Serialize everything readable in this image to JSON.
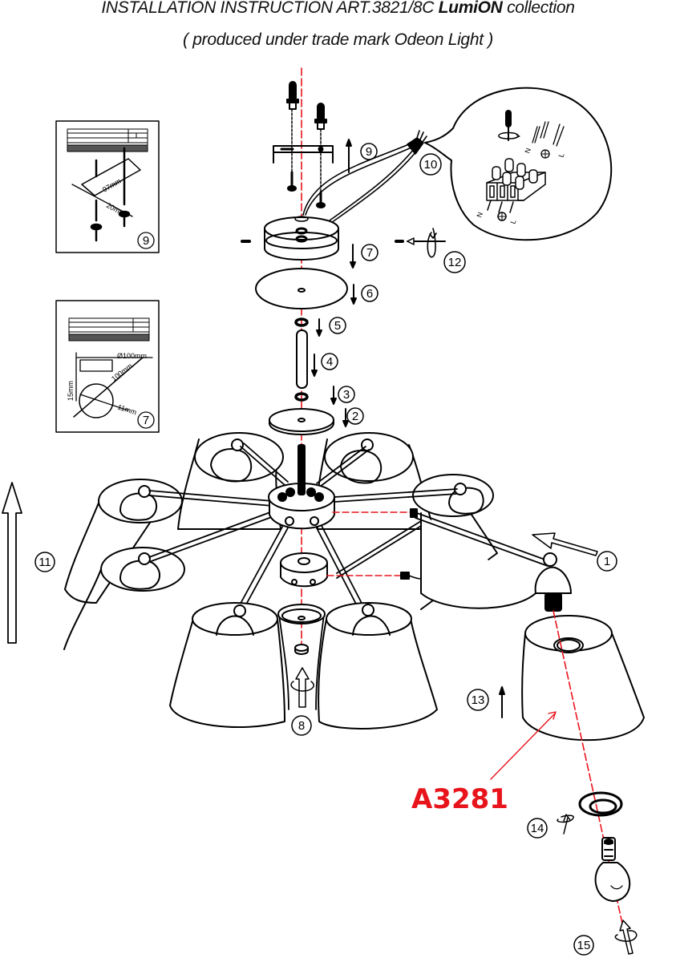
{
  "header": {
    "title_prefix": "INSTALLATION INSTRUCTION ART.3821/8C ",
    "title_brand": "LumiON",
    "title_suffix": " collection",
    "subtitle": "( produced under trade mark Odeon Light )"
  },
  "article_label": "A3281",
  "colors": {
    "axis_line": "#e8141c",
    "article_label": "#e8141c",
    "line_art": "#000000"
  },
  "inset_ceiling_bar": {
    "step": "9",
    "dim_length": "97mm",
    "dim_spacing": "20mm"
  },
  "inset_ceiling_plate": {
    "step": "7",
    "dim_diameter": "Ø100mm",
    "dim_length": "100mm",
    "dim_offset": "15mm",
    "dim_hole": "11mm"
  },
  "wiring_detail": {
    "terminals": [
      "N",
      "⏚",
      "L"
    ],
    "wires": [
      "N",
      "⏚",
      "L"
    ]
  },
  "steps": [
    {
      "id": "1",
      "action": "insert-arm"
    },
    {
      "id": "2",
      "action": "place-plate"
    },
    {
      "id": "3",
      "action": "washer"
    },
    {
      "id": "4",
      "action": "tube"
    },
    {
      "id": "5",
      "action": "washer"
    },
    {
      "id": "6",
      "action": "canopy-disc"
    },
    {
      "id": "7",
      "action": "canopy"
    },
    {
      "id": "8",
      "action": "screw-finial"
    },
    {
      "id": "9",
      "action": "mount-bracket"
    },
    {
      "id": "10",
      "action": "connect-wires"
    },
    {
      "id": "11",
      "action": "raise-fixture"
    },
    {
      "id": "12",
      "action": "fix-canopy-screw"
    },
    {
      "id": "13",
      "action": "fit-shade"
    },
    {
      "id": "14",
      "action": "screw-ring"
    },
    {
      "id": "15",
      "action": "screw-bulb"
    }
  ]
}
